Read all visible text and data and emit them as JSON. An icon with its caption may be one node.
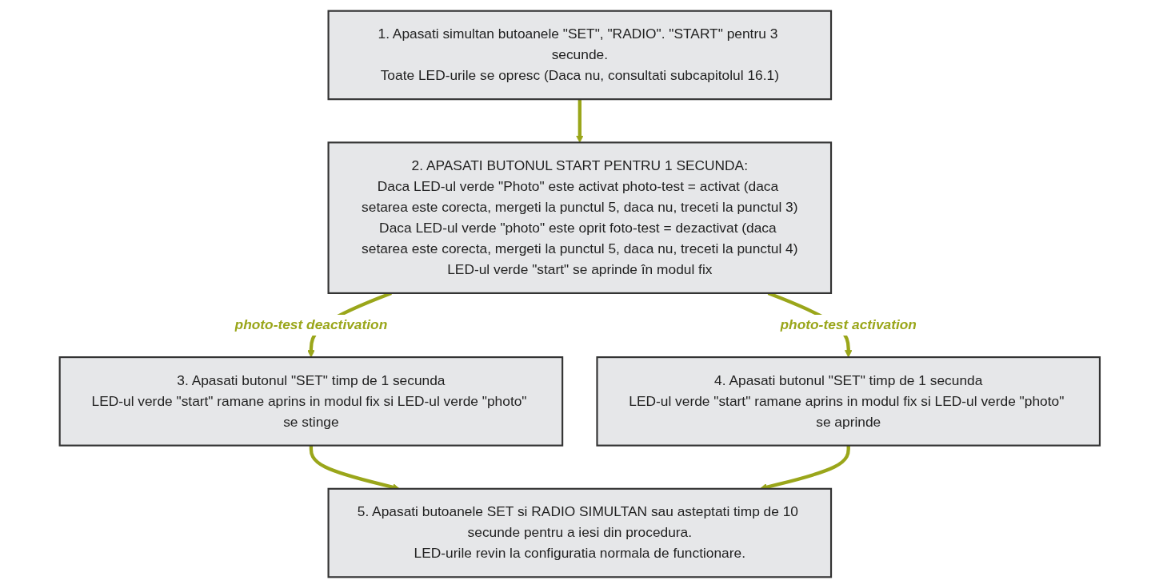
{
  "diagram": {
    "nodes": [
      {
        "text": [
          "1. Apasati simultan butoanele \"SET\", \"RADIO\". \"START\" pentru 3 secunde.",
          "Toate LED-urile se opresc (Daca nu, consultati subcapitolul 16.1)"
        ]
      },
      {
        "text": [
          "2. APASATI BUTONUL START PENTRU 1 SECUNDA:",
          "Daca LED-ul verde \"Photo\" este activat photo-test = activat (daca setarea este corecta, mergeti la punctul 5, daca nu, treceti la punctul 3)",
          "Daca LED-ul verde \"photo\" este oprit foto-test = dezactivat (daca setarea este corecta, mergeti la punctul 5, daca nu, treceti la punctul 4)",
          "LED-ul verde \"start\" se aprinde în modul fix"
        ]
      },
      {
        "text": [
          "3. Apasati butonul \"SET\" timp de 1 secunda",
          "LED-ul verde \"start\" ramane aprins in modul fix si LED-ul verde \"photo\" se stinge"
        ]
      },
      {
        "text": [
          "5. Apasati butoanele SET si RADIO SIMULTAN sau asteptati timp de 10 secunde pentru a iesi din procedura.",
          "LED-urile revin la configuratia normala de functionare."
        ]
      },
      {
        "text": [
          "4. Apasati butonul \"SET\" timp de 1 secunda",
          "LED-ul verde \"start\" ramane aprins in modul fix si LED-ul verde \"photo\" se aprinde"
        ]
      }
    ],
    "edges": [
      {
        "from": 0,
        "to": 1,
        "arrow": "to"
      },
      {
        "from": 1,
        "to": 2,
        "arrow": "to",
        "label": "photo-test deactivation"
      },
      {
        "from": 1,
        "to": 4,
        "arrow": "to",
        "label": "photo-test activation"
      },
      {
        "from": 2,
        "to": 3,
        "arrow": "to"
      },
      {
        "from": 4,
        "to": 3,
        "arrow": "to"
      }
    ]
  }
}
